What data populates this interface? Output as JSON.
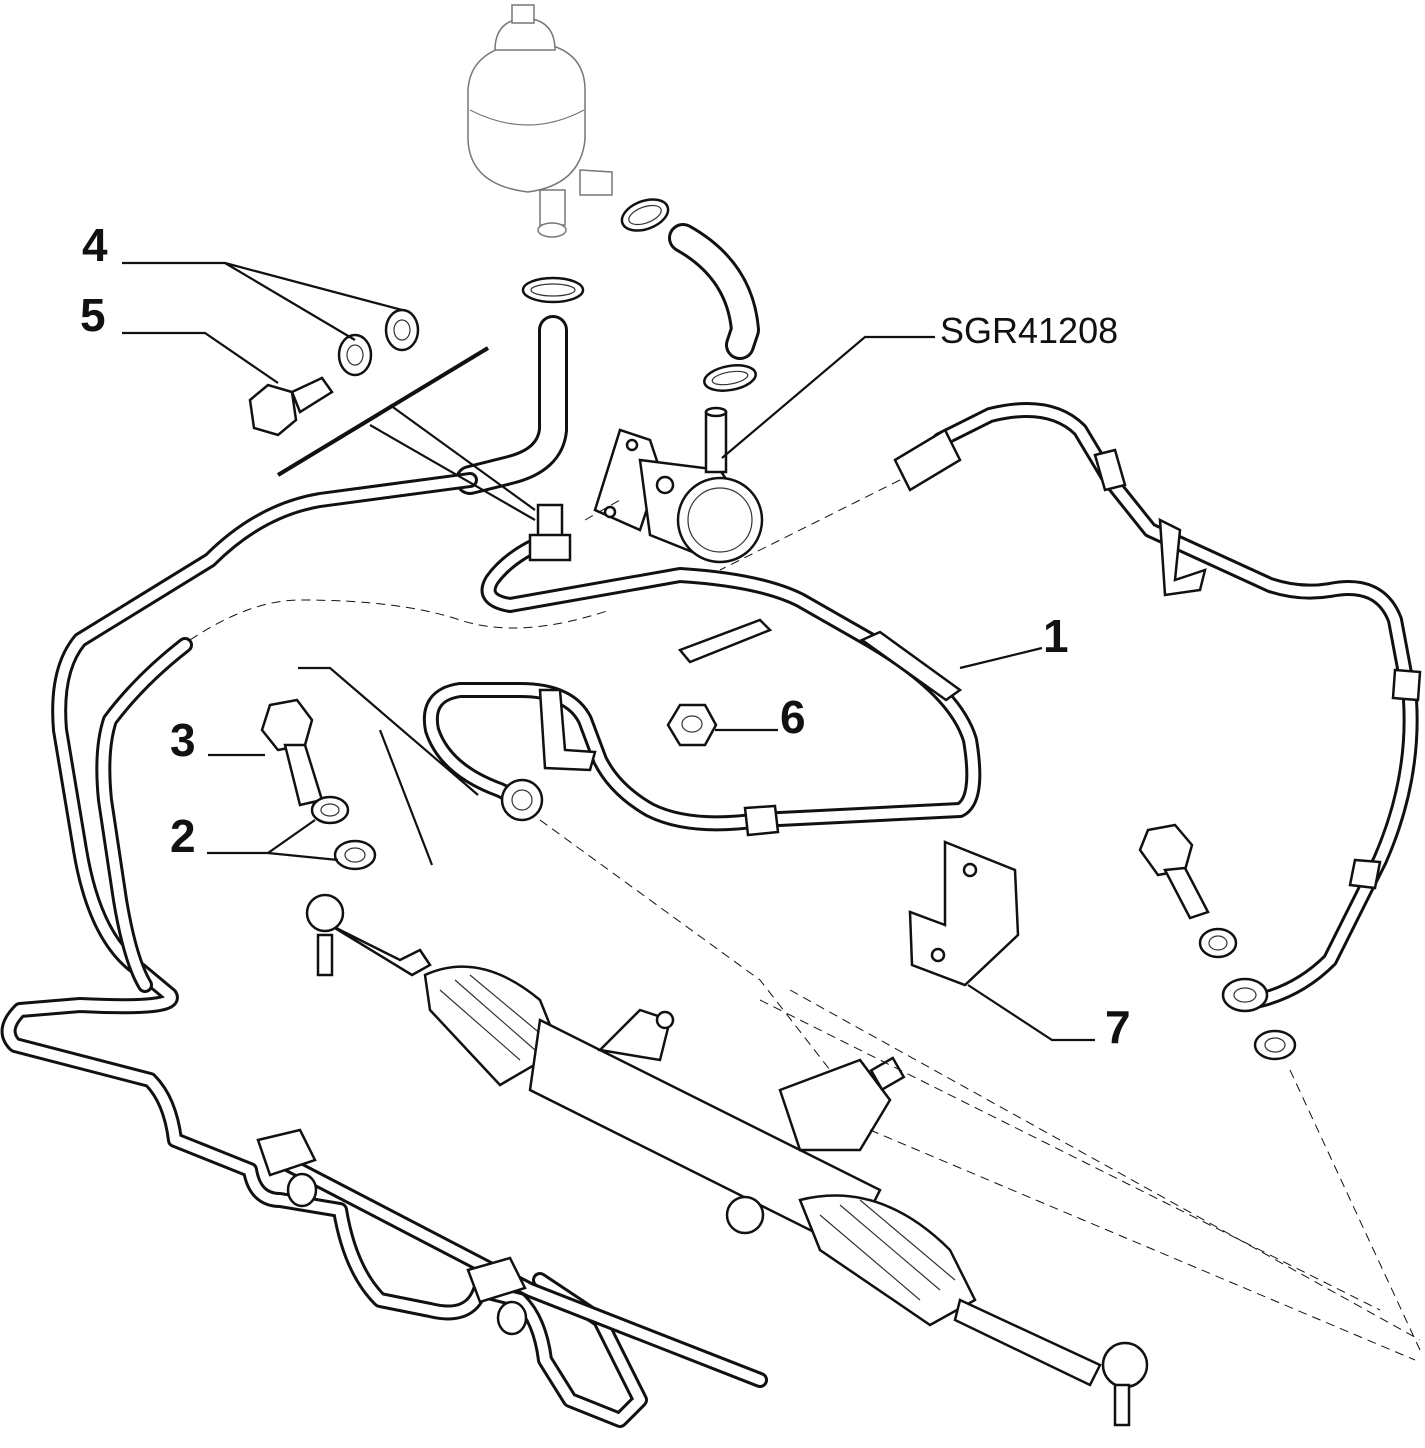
{
  "labels": {
    "part_1": "1",
    "part_2": "2",
    "part_3": "3",
    "part_4": "4",
    "part_5": "5",
    "part_6": "6",
    "part_7": "7",
    "drawing_code": "SGR41208"
  }
}
